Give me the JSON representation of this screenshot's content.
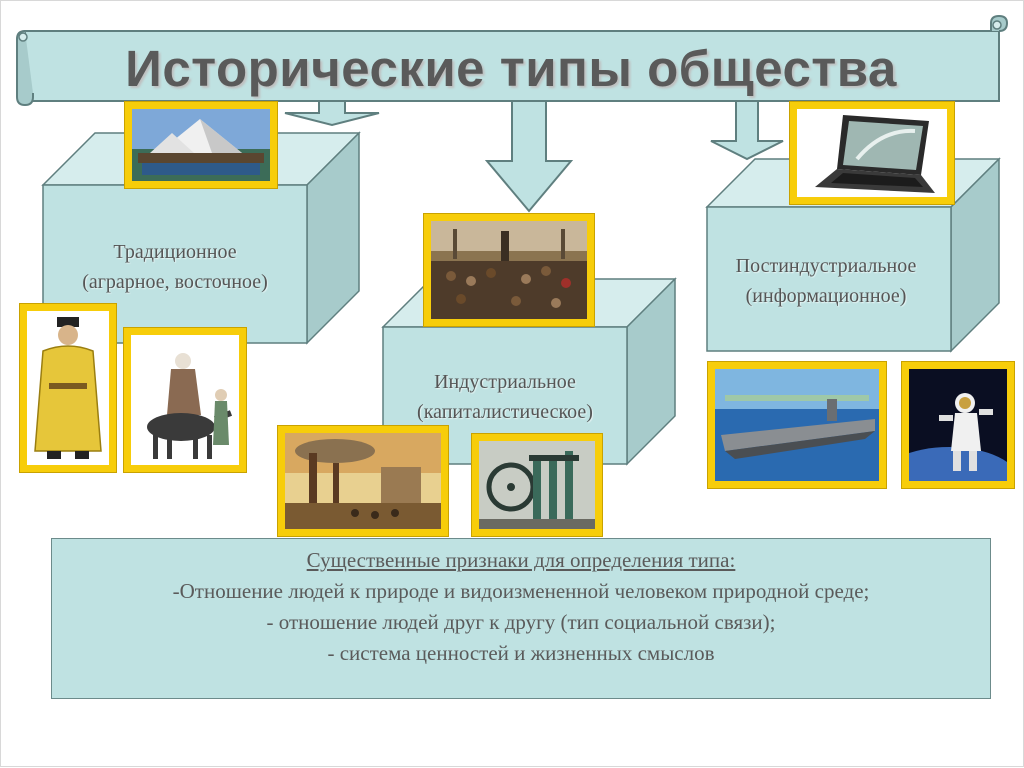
{
  "title": "Исторические типы общества",
  "types": {
    "traditional": {
      "name": "Традиционное",
      "alt": "(аграрное, восточное)"
    },
    "industrial": {
      "name": "Индустриальное",
      "alt": "(капиталистическое)"
    },
    "postindustrial": {
      "name": "Постиндустриальное",
      "alt": "(информационное)"
    }
  },
  "criteria": {
    "heading": "Существенные признаки для определения типа:",
    "items": [
      "-Отношение людей к природе и видоизмененной человеком природной среде;",
      "- отношение людей друг к другу (тип социальной связи);",
      "- система ценностей и жизненных смыслов"
    ]
  },
  "colors": {
    "cube_front": "#bfe2e2",
    "cube_top": "#d6eded",
    "cube_side": "#a7cbcb",
    "frame": "#f7cd0a",
    "text": "#555555"
  },
  "images": [
    "pyramids-photo",
    "laptop-photo",
    "industrial-crowd-photo",
    "emperor-figure",
    "sage-on-ox-figure",
    "factory-painting",
    "steam-machine-photo",
    "aircraft-carrier-photo",
    "astronaut-photo"
  ]
}
